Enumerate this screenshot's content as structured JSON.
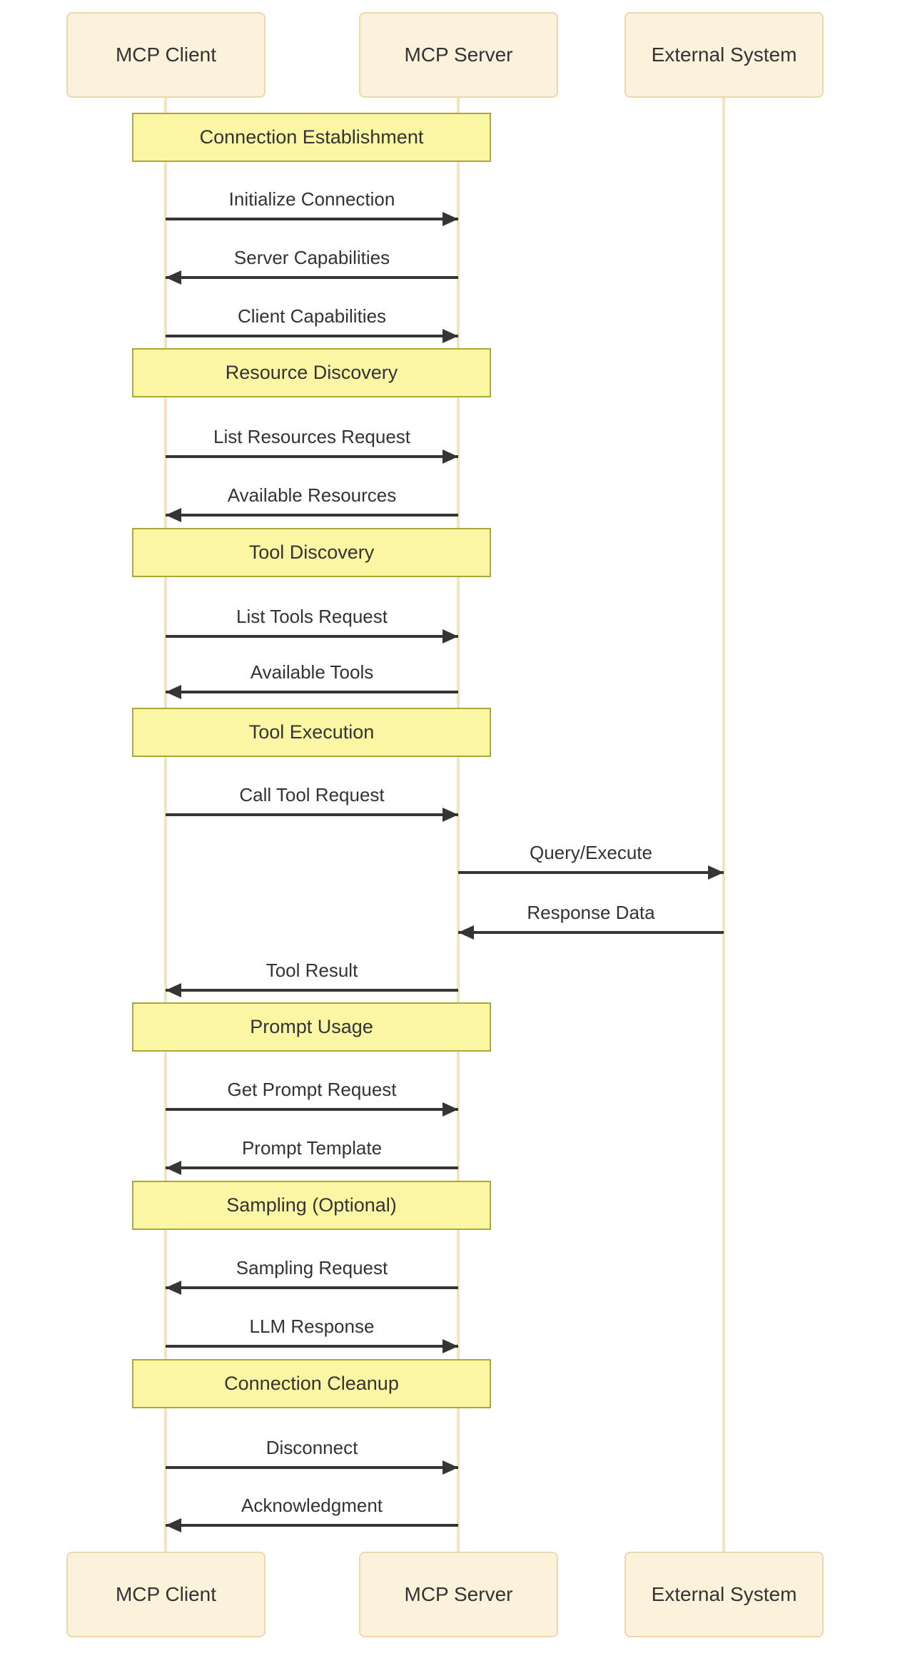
{
  "diagram": {
    "type": "sequence-diagram",
    "actors": [
      {
        "id": "mcp-client",
        "label": "MCP Client"
      },
      {
        "id": "mcp-server",
        "label": "MCP Server"
      },
      {
        "id": "external-system",
        "label": "External System"
      }
    ],
    "sections": [
      {
        "label": "Connection Establishment"
      },
      {
        "label": "Resource Discovery"
      },
      {
        "label": "Tool Discovery"
      },
      {
        "label": "Tool Execution"
      },
      {
        "label": "Prompt Usage"
      },
      {
        "label": "Sampling (Optional)"
      },
      {
        "label": "Connection Cleanup"
      }
    ],
    "messages": [
      {
        "label": "Initialize Connection",
        "from": "MCP Client",
        "to": "MCP Server"
      },
      {
        "label": "Server Capabilities",
        "from": "MCP Server",
        "to": "MCP Client"
      },
      {
        "label": "Client Capabilities",
        "from": "MCP Client",
        "to": "MCP Server"
      },
      {
        "label": "List Resources Request",
        "from": "MCP Client",
        "to": "MCP Server"
      },
      {
        "label": "Available Resources",
        "from": "MCP Server",
        "to": "MCP Client"
      },
      {
        "label": "List Tools Request",
        "from": "MCP Client",
        "to": "MCP Server"
      },
      {
        "label": "Available Tools",
        "from": "MCP Server",
        "to": "MCP Client"
      },
      {
        "label": "Call Tool Request",
        "from": "MCP Client",
        "to": "MCP Server"
      },
      {
        "label": "Query/Execute",
        "from": "MCP Server",
        "to": "External System"
      },
      {
        "label": "Response Data",
        "from": "External System",
        "to": "MCP Server"
      },
      {
        "label": "Tool Result",
        "from": "MCP Server",
        "to": "MCP Client"
      },
      {
        "label": "Get Prompt Request",
        "from": "MCP Client",
        "to": "MCP Server"
      },
      {
        "label": "Prompt Template",
        "from": "MCP Server",
        "to": "MCP Client"
      },
      {
        "label": "Sampling Request",
        "from": "MCP Server",
        "to": "MCP Client"
      },
      {
        "label": "LLM Response",
        "from": "MCP Client",
        "to": "MCP Server"
      },
      {
        "label": "Disconnect",
        "from": "MCP Client",
        "to": "MCP Server"
      },
      {
        "label": "Acknowledgment",
        "from": "MCP Server",
        "to": "MCP Client"
      }
    ],
    "colors": {
      "background": "#ffffff",
      "actor_fill": "#fcf2dc",
      "actor_border": "#edd7ad",
      "section_fill": "#faf6a3",
      "section_border": "#aaaa33",
      "lifeline": "#f3e3c3",
      "arrow": "#353535",
      "text": "#333333"
    }
  }
}
